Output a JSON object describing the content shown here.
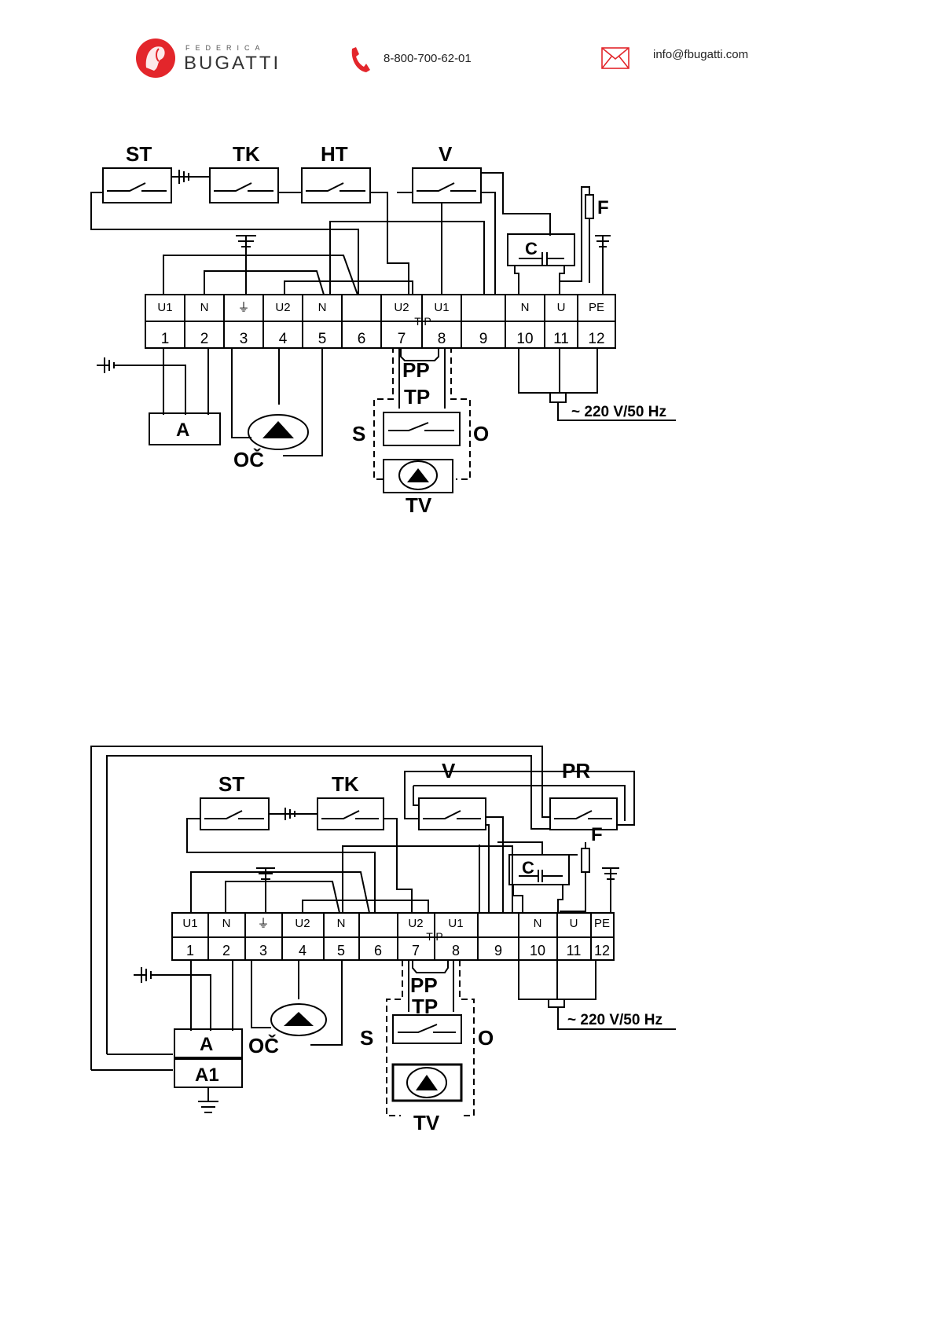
{
  "header": {
    "brand_small": "FEDERICA",
    "brand_main": "BUGATTI",
    "phone": "8-800-700-62-01",
    "email": "info@fbugatti.com",
    "accent_color": "#e3262b"
  },
  "diagram1": {
    "switches": [
      "ST",
      "TK",
      "HT",
      "V"
    ],
    "capacitor": "C",
    "fuse": "F",
    "terminals_top": [
      "U1",
      "N",
      "⏚",
      "U2",
      "N",
      "",
      "U2",
      "U1",
      "",
      "N",
      "U",
      "PE"
    ],
    "terminals_num": [
      "1",
      "2",
      "3",
      "4",
      "5",
      "6",
      "7",
      "8",
      "9",
      "10",
      "11",
      "12"
    ],
    "tp_label": "T P",
    "pp": "PP",
    "tp": "TP",
    "s": "S",
    "o": "O",
    "tv": "TV",
    "a": "A",
    "oc": "OČ",
    "power": "~ 220 V/50 Hz"
  },
  "diagram2": {
    "switches": [
      "ST",
      "TK",
      "V",
      "PR"
    ],
    "capacitor": "C",
    "fuse": "F",
    "terminals_top": [
      "U1",
      "N",
      "⏚",
      "U2",
      "N",
      "",
      "U2",
      "U1",
      "",
      "N",
      "U",
      "PE"
    ],
    "terminals_num": [
      "1",
      "2",
      "3",
      "4",
      "5",
      "6",
      "7",
      "8",
      "9",
      "10",
      "11",
      "12"
    ],
    "tp_label": "T P",
    "pp": "PP",
    "tp": "TP",
    "s": "S",
    "o": "O",
    "tv": "TV",
    "a": "A",
    "a1": "A1",
    "oc": "OČ",
    "power": "~ 220 V/50 Hz"
  }
}
